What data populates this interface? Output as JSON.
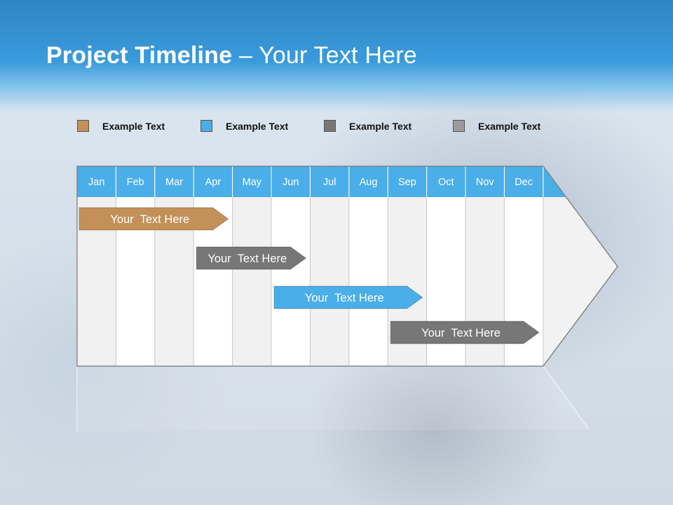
{
  "slide": {
    "title_bold": "Project Timeline",
    "title_rest": " – Your Text Here"
  },
  "legend": [
    {
      "label": "Example Text",
      "color": "#c4905a"
    },
    {
      "label": "Example Text",
      "color": "#4aaee8"
    },
    {
      "label": "Example Text",
      "color": "#777777"
    },
    {
      "label": "Example Text",
      "color": "#9b9b9b"
    }
  ],
  "timeline": {
    "months": [
      "Jan",
      "Feb",
      "Mar",
      "Apr",
      "May",
      "Jun",
      "Jul",
      "Aug",
      "Sep",
      "Oct",
      "Nov",
      "Dec"
    ],
    "header_color": "#4aaee8",
    "tasks": [
      {
        "label": "Your  Text Here",
        "color": "#c4905a",
        "start_month": "Jan",
        "end_month": "Apr"
      },
      {
        "label": "Your  Text Here",
        "color": "#777777",
        "start_month": "Apr",
        "end_month": "Jun"
      },
      {
        "label": "Your  Text Here",
        "color": "#4aaee8",
        "start_month": "Jun",
        "end_month": "Sep"
      },
      {
        "label": "Your  Text Here",
        "color": "#777777",
        "start_month": "Sep",
        "end_month": "Dec"
      }
    ]
  }
}
